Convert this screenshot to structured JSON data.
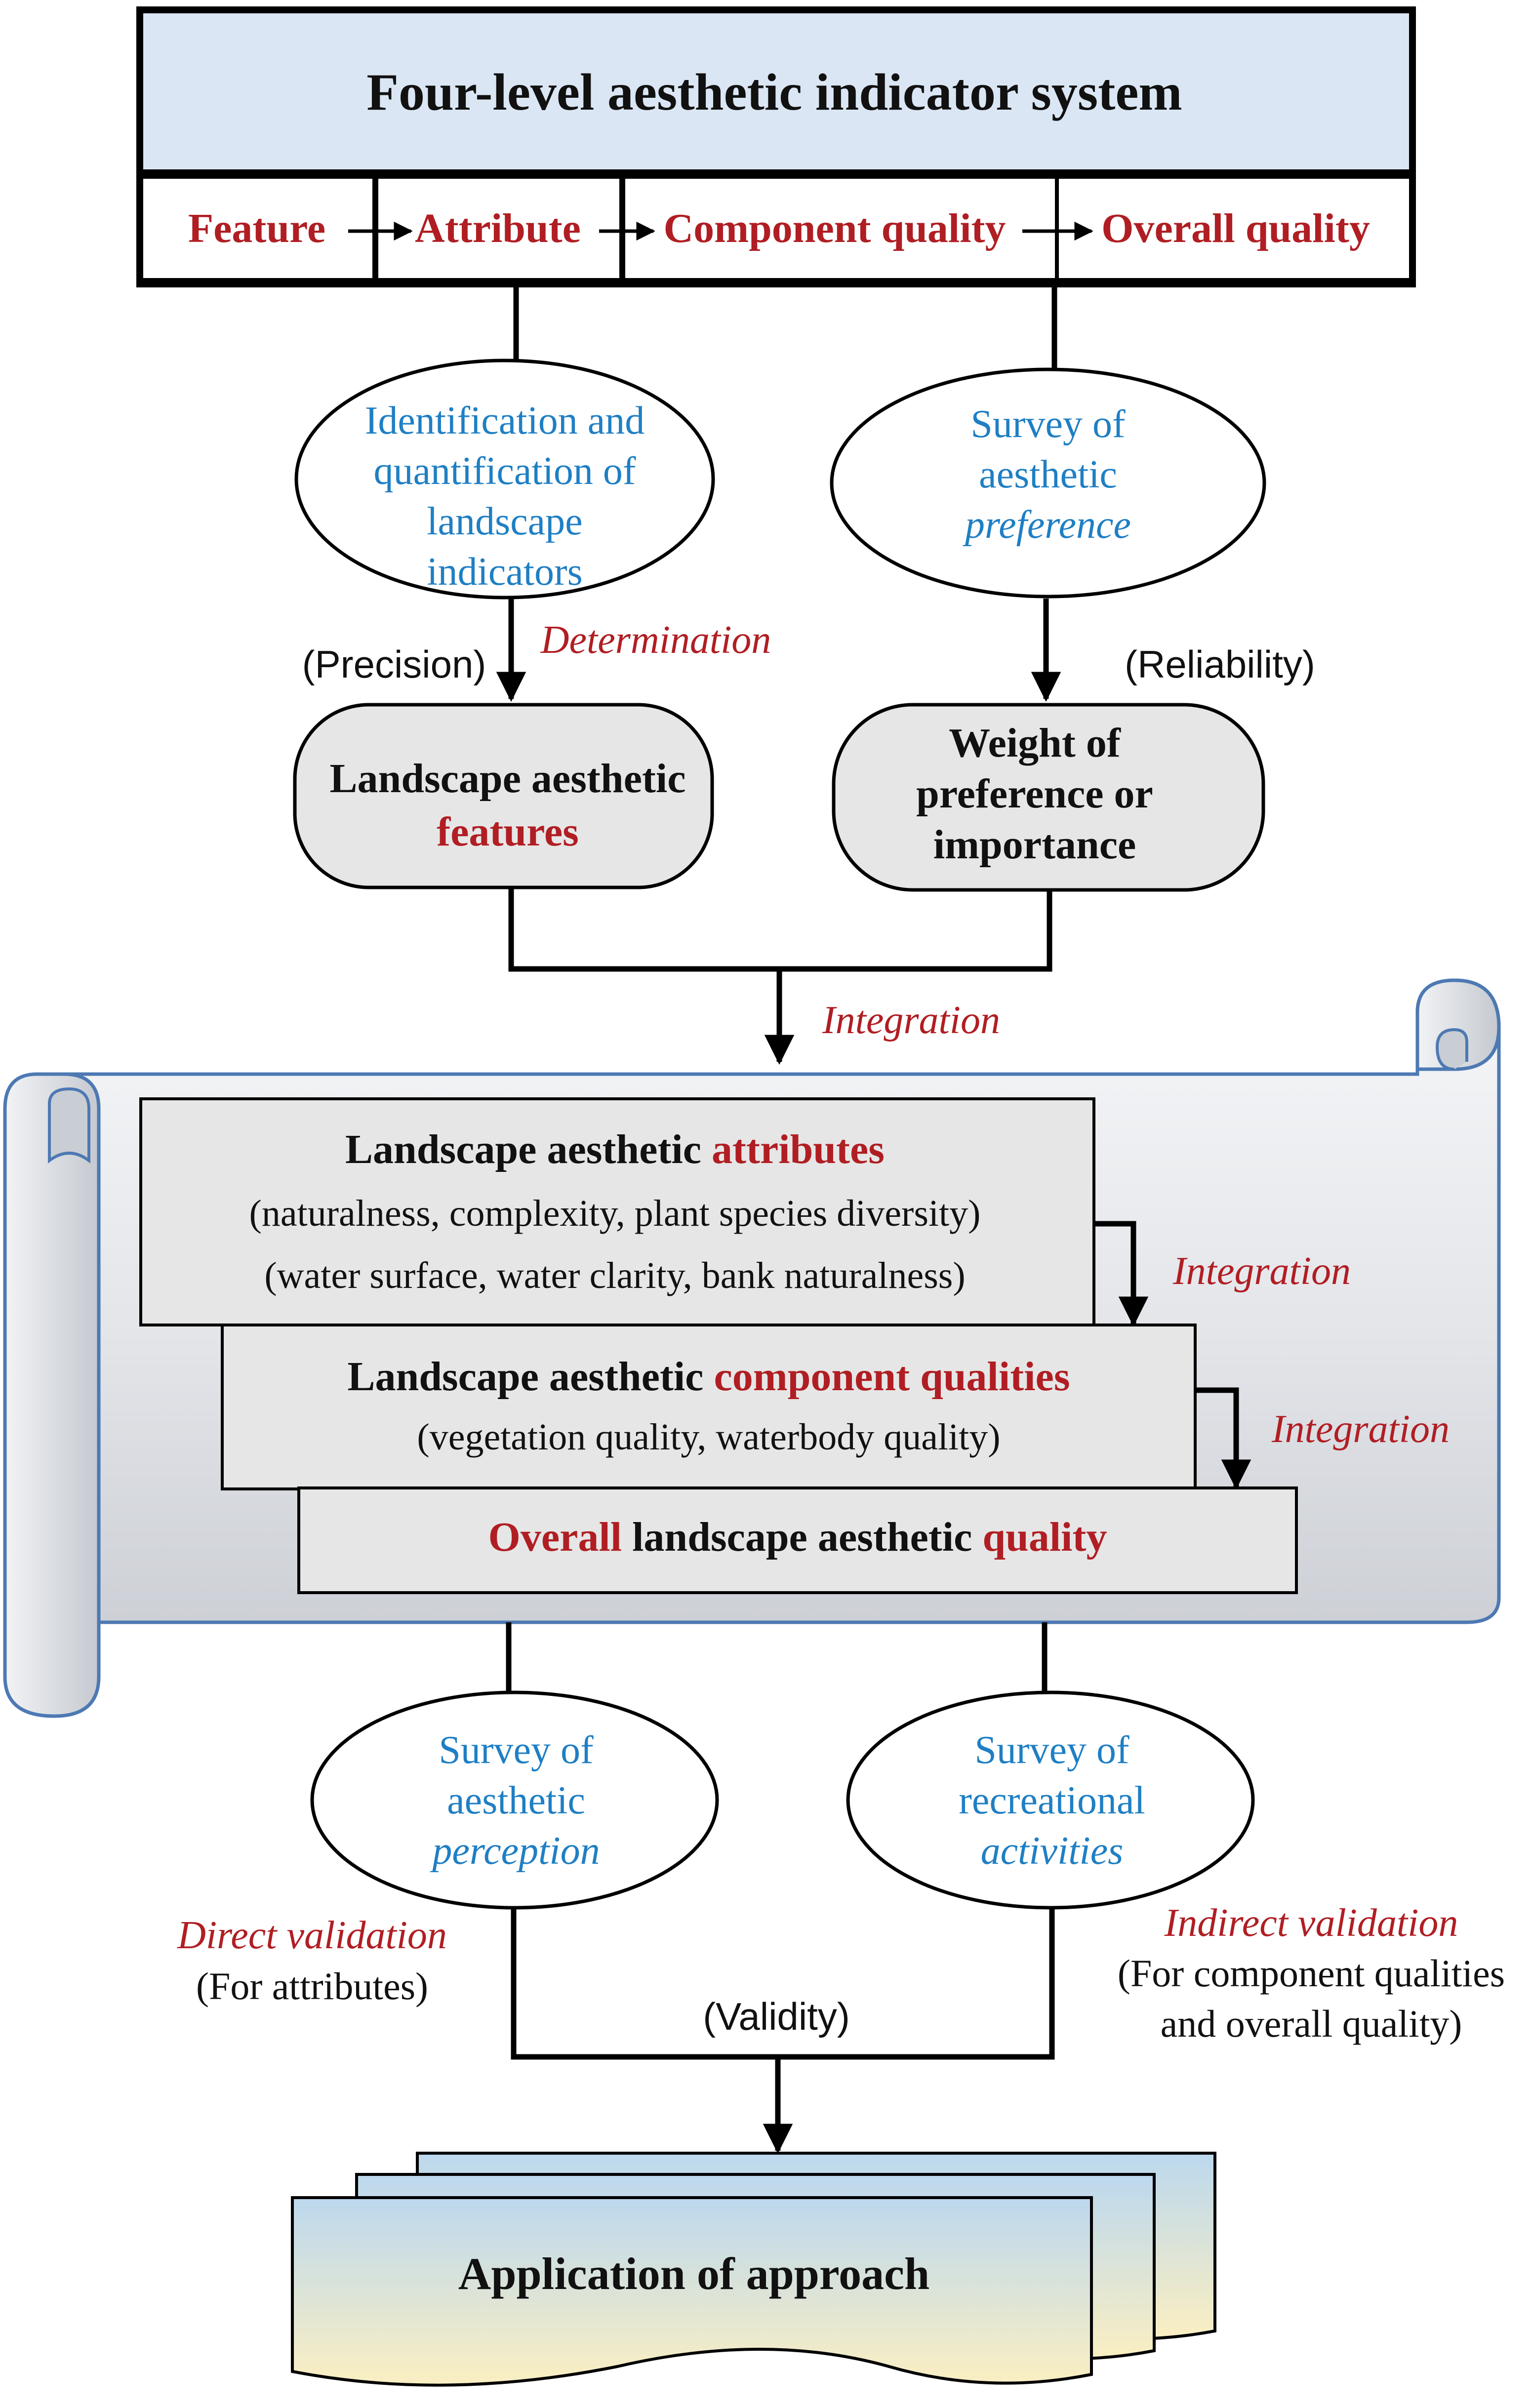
{
  "header": {
    "title": "Four-level aesthetic indicator system",
    "levels": [
      "Feature",
      "Attribute",
      "Component quality",
      "Overall quality"
    ]
  },
  "ellipses": {
    "identification": [
      "Identification and",
      "quantification of",
      "landscape",
      "indicators"
    ],
    "preference_survey": [
      "Survey of",
      "aesthetic",
      "preference"
    ],
    "perception_survey": [
      "Survey of",
      "aesthetic",
      "perception"
    ],
    "recreation_survey": [
      "Survey of",
      "recreational",
      "activities"
    ]
  },
  "labels": {
    "precision": "(Precision)",
    "determination": "Determination",
    "reliability": "(Reliability)",
    "integration": "Integration",
    "validity": "(Validity)",
    "direct_validation": "Direct validation",
    "direct_validation_note": "(For attributes)",
    "indirect_validation": "Indirect validation",
    "indirect_validation_note": [
      "(For component qualities",
      "and overall quality)"
    ]
  },
  "boxes": {
    "features": {
      "prefix": "Landscape aesthetic",
      "highlight": "features"
    },
    "weight": [
      "Weight of",
      "preference or",
      "importance"
    ]
  },
  "scroll": {
    "attributes": {
      "prefix": "Landscape aesthetic ",
      "highlight": "attributes",
      "line1": "(naturalness, complexity, plant species diversity)",
      "line2": "(water surface, water clarity, bank naturalness)"
    },
    "components": {
      "prefix": "Landscape aesthetic ",
      "highlight": "component qualities",
      "line1": "(vegetation quality, waterbody quality)"
    },
    "overall": {
      "highlight1": "Overall",
      "middle": " landscape aesthetic ",
      "highlight2": "quality"
    }
  },
  "application": "Application of approach",
  "colors": {
    "accent_red": "#b01e23",
    "accent_blue": "#1f7fc4",
    "header_fill": "#dbe6f4",
    "box_fill": "#e6e6e6",
    "scroll_fill": "#e4e6ea",
    "scroll_edge": "#4d79b3"
  }
}
